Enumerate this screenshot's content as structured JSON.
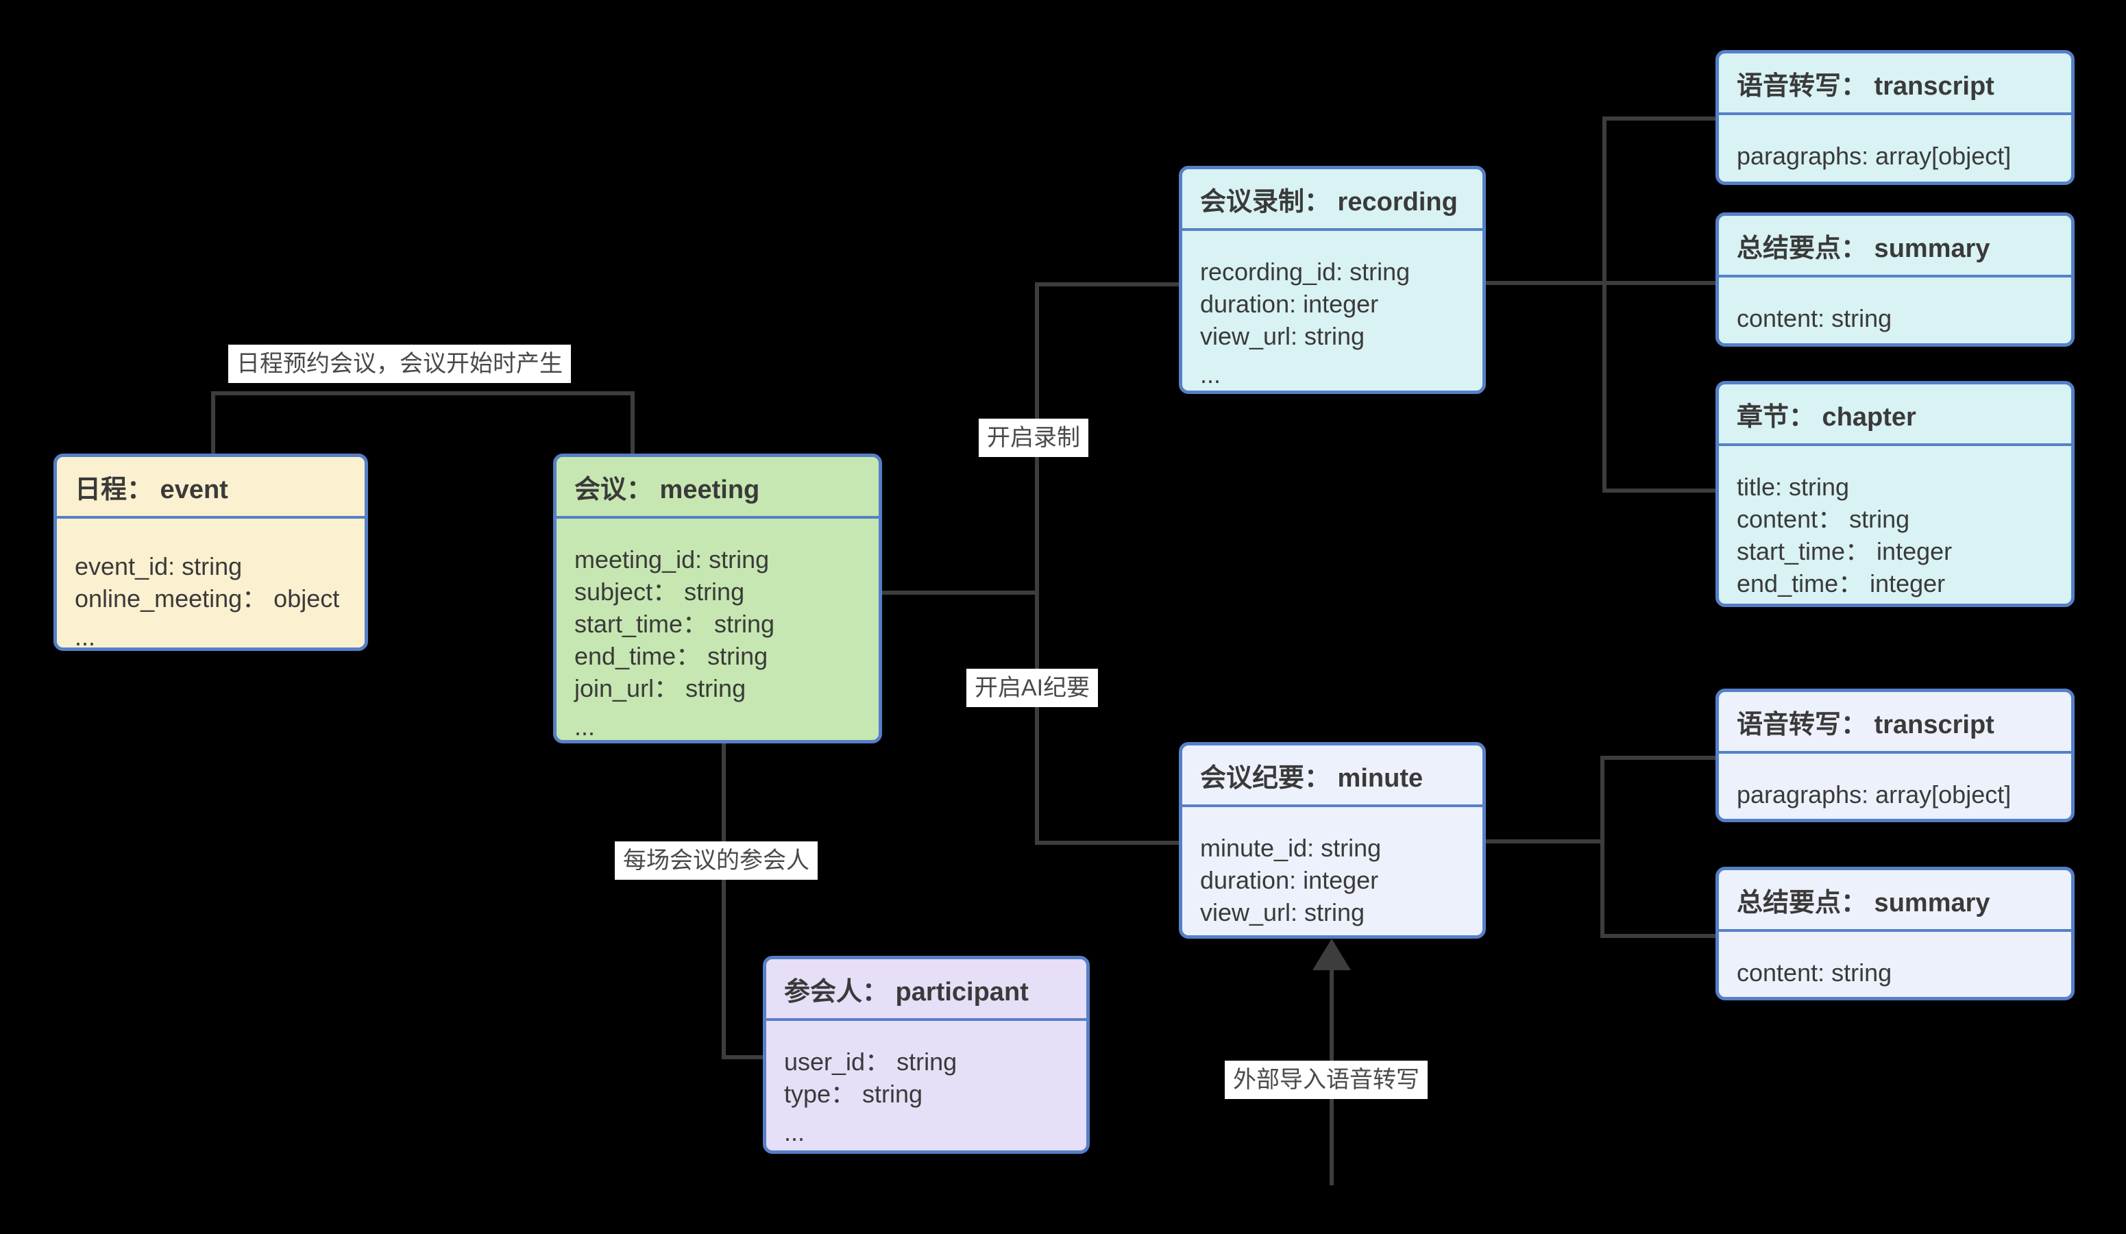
{
  "diagram": {
    "background_color": "#000000",
    "connector_color": "#3d3d3d",
    "box_border_color": "#5580c8",
    "fill_colors": {
      "event": "#fbf0cf",
      "meeting": "#c6e7b1",
      "recording_group": "#d9f2f4",
      "minute_group": "#edf1fb",
      "participant": "#e7def7"
    },
    "entities": {
      "event": {
        "title": "日程： event",
        "fields": [
          "event_id: string",
          "online_meeting： object",
          "..."
        ]
      },
      "meeting": {
        "title": "会议： meeting",
        "fields": [
          "meeting_id: string",
          "subject： string",
          "start_time： string",
          "end_time： string",
          "join_url： string",
          "..."
        ]
      },
      "recording": {
        "title": "会议录制： recording",
        "fields": [
          "recording_id: string",
          "duration: integer",
          "view_url: string",
          "..."
        ]
      },
      "transcript_recording": {
        "title": "语音转写： transcript",
        "fields": [
          "paragraphs: array[object]"
        ]
      },
      "summary_recording": {
        "title": "总结要点： summary",
        "fields": [
          "content: string"
        ]
      },
      "chapter": {
        "title": "章节： chapter",
        "fields": [
          "title: string",
          "content： string",
          "start_time： integer",
          "end_time： integer"
        ]
      },
      "minute": {
        "title": "会议纪要： minute",
        "fields": [
          "minute_id: string",
          "duration: integer",
          "view_url: string"
        ]
      },
      "transcript_minute": {
        "title": "语音转写： transcript",
        "fields": [
          "paragraphs: array[object]"
        ]
      },
      "summary_minute": {
        "title": "总结要点： summary",
        "fields": [
          "content: string"
        ]
      },
      "participant": {
        "title": "参会人： participant",
        "fields": [
          "user_id： string",
          "type： string",
          "..."
        ]
      }
    },
    "labels": {
      "event_meeting": "日程预约会议，会议开始时产生",
      "start_recording": "开启录制",
      "start_ai_minute": "开启AI纪要",
      "participants": "每场会议的参会人",
      "import_transcript": "外部导入语音转写"
    }
  }
}
